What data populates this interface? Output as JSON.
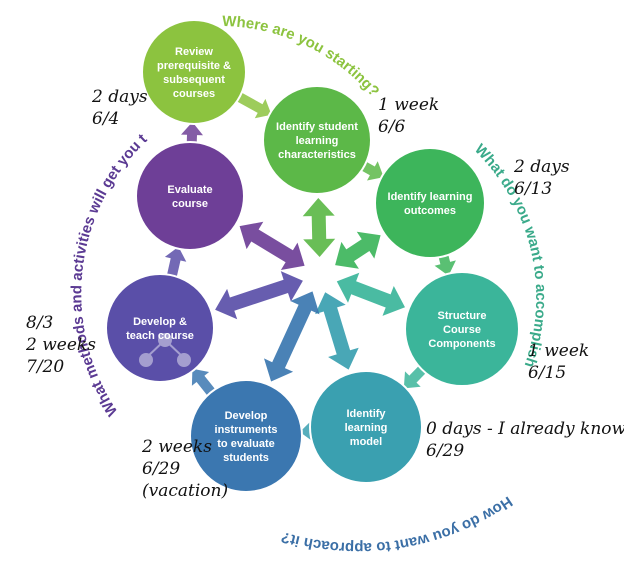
{
  "colors": {
    "review": "#8cc33f",
    "identify_student": "#5cb848",
    "identify_outcomes": "#3db55b",
    "structure": "#3bb59a",
    "identify_model": "#3aa0b0",
    "develop_instruments": "#3b77b0",
    "develop_teach": "#5a4fa8",
    "evaluate": "#6e3f97",
    "arc_start": "#8cc33f",
    "arc_accomplish": "#3aaa8a",
    "arc_approach": "#3b6fa6",
    "arc_methods": "#5b3a93"
  },
  "nodes": [
    {
      "key": "review",
      "lines": [
        "Review",
        "prerequisite &",
        "subsequent",
        "courses"
      ]
    },
    {
      "key": "identify_student",
      "lines": [
        "Identify student",
        "learning",
        "characteristics"
      ]
    },
    {
      "key": "identify_outcomes",
      "lines": [
        "Identify learning",
        "outcomes"
      ]
    },
    {
      "key": "structure",
      "lines": [
        "Structure",
        "Course",
        "Components"
      ]
    },
    {
      "key": "identify_model",
      "lines": [
        "Identify",
        "learning",
        "model"
      ]
    },
    {
      "key": "develop_instruments",
      "lines": [
        "Develop",
        "instruments",
        "to evaluate",
        "students"
      ]
    },
    {
      "key": "develop_teach",
      "lines": [
        "Develop &",
        "teach course"
      ]
    },
    {
      "key": "evaluate",
      "lines": [
        "Evaluate",
        "course"
      ]
    }
  ],
  "arc_labels": {
    "start": "Where are you starting?",
    "accomplish": "What do you want to accomplish",
    "approach": "How do you want to approach it?",
    "methods": "What methods and activities will get you there?"
  },
  "notes": {
    "review": [
      "2 days",
      "6/4"
    ],
    "identify_student": [
      "1 week",
      "6/6"
    ],
    "identify_outcomes": [
      "2 days",
      "6/13"
    ],
    "structure": [
      "1 week",
      "6/15"
    ],
    "identify_model": [
      "0 days - I already know",
      "6/29"
    ],
    "develop_instruments": [
      "2 weeks",
      "6/29",
      "(vacation)"
    ],
    "develop_teach": [
      "8/3",
      "2 weeks",
      "7/20"
    ]
  }
}
